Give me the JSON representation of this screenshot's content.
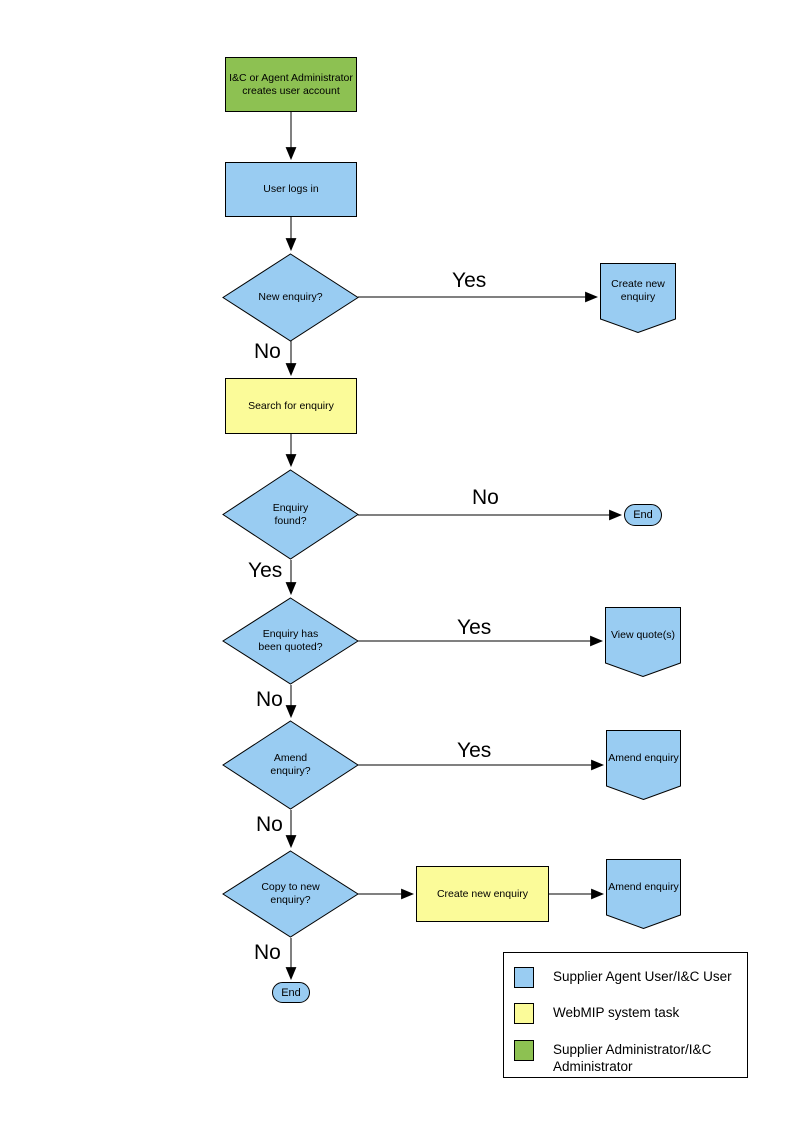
{
  "diagram": {
    "colors": {
      "user_task": "#99CCF2",
      "system_task": "#FBFB99",
      "admin_task": "#8DC152",
      "line": "#000000",
      "background": "#FFFFFF"
    },
    "nodes": {
      "create_account": {
        "label": "I&C or Agent Administrator creates user account"
      },
      "user_logs_in": {
        "label": "User logs in"
      },
      "new_enquiry": {
        "label": "New enquiry?"
      },
      "create_new_enquiry_top": {
        "label": "Create new enquiry"
      },
      "search_for_enquiry": {
        "label": "Search for enquiry"
      },
      "enquiry_found": {
        "label": "Enquiry found?"
      },
      "end_right": {
        "label": "End"
      },
      "enquiry_quoted": {
        "label": "Enquiry has been quoted?"
      },
      "view_quotes": {
        "label": "View quote(s)"
      },
      "amend_enquiry_q": {
        "label": "Amend enquiry?"
      },
      "amend_enquiry_a": {
        "label": "Amend enquiry"
      },
      "copy_to_new": {
        "label": "Copy to new enquiry?"
      },
      "create_new_enquiry_mid": {
        "label": "Create new enquiry"
      },
      "amend_enquiry_b": {
        "label": "Amend enquiry"
      },
      "end_bottom": {
        "label": "End"
      }
    },
    "edge_labels": {
      "d1_yes": "Yes",
      "d1_no": "No",
      "d2_no": "No",
      "d2_yes": "Yes",
      "d3_yes": "Yes",
      "d3_no": "No",
      "d4_yes": "Yes",
      "d4_no": "No",
      "d5_no": "No"
    }
  },
  "legend": {
    "items": [
      {
        "label": "Supplier Agent User/I&C User"
      },
      {
        "label": "WebMIP system task"
      },
      {
        "label": "Supplier Administrator/I&C Administrator"
      }
    ]
  }
}
